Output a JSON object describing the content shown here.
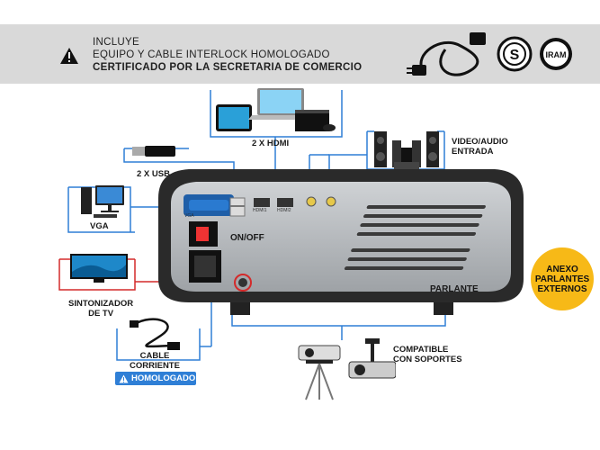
{
  "banner": {
    "line1": "INCLUYE",
    "line2": "EQUIPO Y CABLE INTERLOCK HOMOLOGADO",
    "line3": "CERTIFICADO POR LA SECRETARIA DE COMERCIO"
  },
  "labels": {
    "hdmi": "2 X HDMI",
    "usb": "2 X USB",
    "vga": "VGA",
    "video_audio_1": "VIDEO/AUDIO",
    "video_audio_2": "ENTRADA",
    "onoff": "ON/OFF",
    "tuner_1": "SINTONIZADOR",
    "tuner_2": "DE TV",
    "cable_1": "CABLE",
    "cable_2": "CORRIENTE",
    "homologado": "HOMOLOGADO",
    "parlante": "PARLANTE",
    "compatible_1": "COMPATIBLE",
    "compatible_2": "CON SOPORTES",
    "anexo_1": "ANEXO",
    "anexo_2": "PARLANTES",
    "anexo_3": "EXTERNOS",
    "port_vga": "VGA",
    "port_hdmi1": "HDMI1",
    "port_hdmi2": "HDMI2",
    "seal_s": "S",
    "seal_iram": "IRAM"
  },
  "colors": {
    "banner_bg": "#d9d9d9",
    "red_line": "#d42a2a",
    "blue_line": "#2f7fd6",
    "badge_blue": "#2f7fd6",
    "yellow": "#f7b917"
  }
}
